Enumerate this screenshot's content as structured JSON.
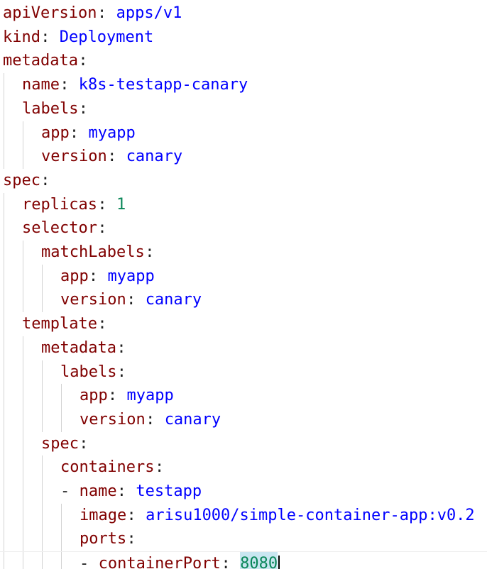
{
  "editor": {
    "language": "yaml",
    "colors": {
      "key": "#800000",
      "string": "#0000ff",
      "number": "#098658",
      "guide": "#d3d3d3",
      "highlight": "#c9e6f0"
    },
    "lines": [
      {
        "indent": 0,
        "dash": false,
        "key": "apiVersion",
        "value": "apps/v1",
        "vtype": "str"
      },
      {
        "indent": 0,
        "dash": false,
        "key": "kind",
        "value": "Deployment",
        "vtype": "str"
      },
      {
        "indent": 0,
        "dash": false,
        "key": "metadata",
        "value": "",
        "vtype": ""
      },
      {
        "indent": 1,
        "dash": false,
        "key": "name",
        "value": "k8s-testapp-canary",
        "vtype": "str"
      },
      {
        "indent": 1,
        "dash": false,
        "key": "labels",
        "value": "",
        "vtype": ""
      },
      {
        "indent": 2,
        "dash": false,
        "key": "app",
        "value": "myapp",
        "vtype": "str"
      },
      {
        "indent": 2,
        "dash": false,
        "key": "version",
        "value": "canary",
        "vtype": "str"
      },
      {
        "indent": 0,
        "dash": false,
        "key": "spec",
        "value": "",
        "vtype": ""
      },
      {
        "indent": 1,
        "dash": false,
        "key": "replicas",
        "value": "1",
        "vtype": "num"
      },
      {
        "indent": 1,
        "dash": false,
        "key": "selector",
        "value": "",
        "vtype": ""
      },
      {
        "indent": 2,
        "dash": false,
        "key": "matchLabels",
        "value": "",
        "vtype": ""
      },
      {
        "indent": 3,
        "dash": false,
        "key": "app",
        "value": "myapp",
        "vtype": "str"
      },
      {
        "indent": 3,
        "dash": false,
        "key": "version",
        "value": "canary",
        "vtype": "str"
      },
      {
        "indent": 1,
        "dash": false,
        "key": "template",
        "value": "",
        "vtype": ""
      },
      {
        "indent": 2,
        "dash": false,
        "key": "metadata",
        "value": "",
        "vtype": ""
      },
      {
        "indent": 3,
        "dash": false,
        "key": "labels",
        "value": "",
        "vtype": ""
      },
      {
        "indent": 4,
        "dash": false,
        "key": "app",
        "value": "myapp",
        "vtype": "str"
      },
      {
        "indent": 4,
        "dash": false,
        "key": "version",
        "value": "canary",
        "vtype": "str"
      },
      {
        "indent": 2,
        "dash": false,
        "key": "spec",
        "value": "",
        "vtype": ""
      },
      {
        "indent": 3,
        "dash": false,
        "key": "containers",
        "value": "",
        "vtype": ""
      },
      {
        "indent": 3,
        "dash": true,
        "key": "name",
        "value": "testapp",
        "vtype": "str"
      },
      {
        "indent": 4,
        "dash": false,
        "key": "image",
        "value": "arisu1000/simple-container-app:v0.2",
        "vtype": "str"
      },
      {
        "indent": 4,
        "dash": false,
        "key": "ports",
        "value": "",
        "vtype": ""
      },
      {
        "indent": 4,
        "dash": true,
        "key": "containerPort",
        "value": "8080",
        "vtype": "num",
        "cursor": true
      }
    ]
  }
}
